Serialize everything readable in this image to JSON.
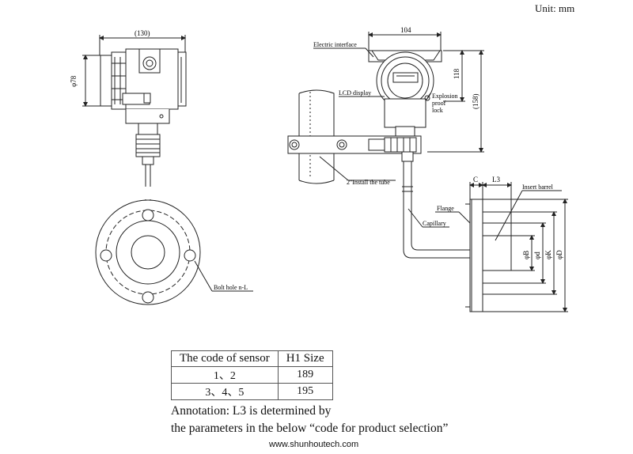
{
  "unit_label": "Unit: mm",
  "dimensions": {
    "left_width": "(130)",
    "left_height": "φ78",
    "right_width": "104",
    "right_h1": "118",
    "right_total": "(158)",
    "c": "C",
    "l3": "L3",
    "phi_b": "φB",
    "phi_d": "φd",
    "phi_k": "φK",
    "phi_D": "φD"
  },
  "callouts": {
    "electric_interface": "Electric interface",
    "lcd_display": "LCD display",
    "explosion_proof_lock": [
      "Explosion",
      "proof",
      "lock"
    ],
    "install_tube": "2\"Install the tube",
    "flange": "Flange",
    "capillary": "Capillary",
    "insert_barrel": "Insert barrel",
    "bolt_hole": "Bolt hole n-L"
  },
  "table": {
    "headers": [
      "The code of sensor",
      "H1 Size"
    ],
    "rows": [
      [
        "1、2",
        "189"
      ],
      [
        "3、4、5",
        "195"
      ]
    ]
  },
  "annotation_lines": [
    "Annotation: L3 is determined by",
    "the parameters in the below “code for product selection”"
  ],
  "website": "www.shunhoutech.com"
}
